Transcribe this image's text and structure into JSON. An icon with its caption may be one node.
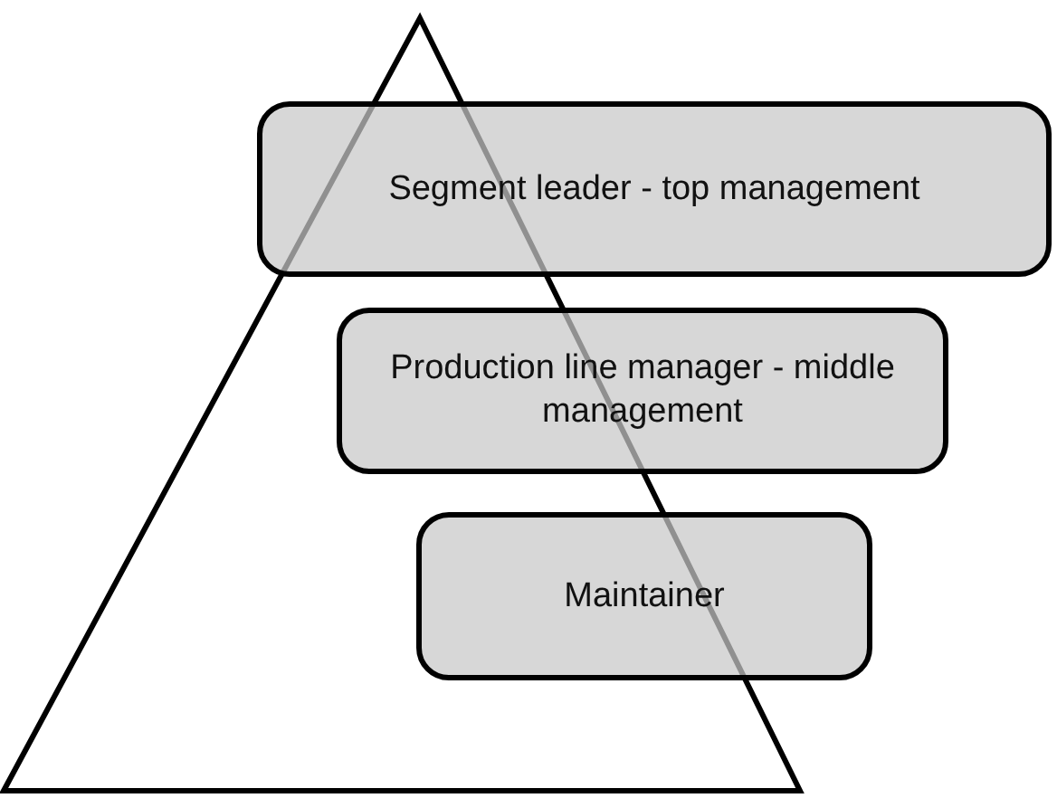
{
  "diagram": {
    "nodes": [
      {
        "text": [
          "Segment leader - top management"
        ]
      },
      {
        "text": [
          "Production line manager - middle management"
        ]
      },
      {
        "text": [
          "Maintainer"
        ]
      }
    ]
  }
}
